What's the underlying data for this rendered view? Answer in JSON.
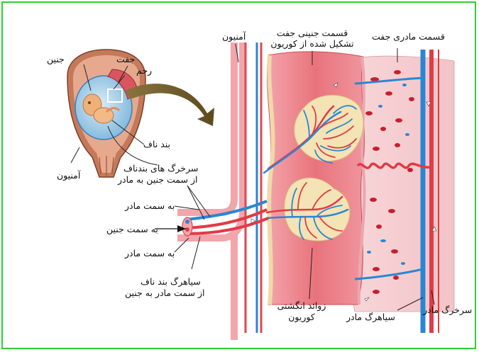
{
  "colors": {
    "border": "#33cc33",
    "artery": "#e23a46",
    "vein": "#2a86d4",
    "tissue_pink": "#f6c3c8",
    "tissue_red": "#e85c66",
    "villus_cream": "#f4e3b4",
    "uterus_brown": "#a25a3c",
    "arrow_olive": "#6d5a2b"
  },
  "labels": {
    "fetus": "جنین",
    "placenta": "جفت",
    "uterus": "رحم",
    "umbilical_cord": "بند ناف",
    "amnion_left": "آمنیون",
    "amnion_top": "آمنیون",
    "fetal_part_line1": "قسمت جنینی جفت",
    "fetal_part_line2": "تشکیل شده از کوریون",
    "maternal_part": "قسمت مادری جفت",
    "umbilical_arteries_line1": "سرخرگ های بندناف",
    "umbilical_arteries_line2": "از سمت جنین به مادر",
    "to_mother_1": "به سمت مادر",
    "to_fetus": "به سمت جنین",
    "to_mother_2": "به سمت مادر",
    "umbilical_vein_line1": "سیاهرگ بند ناف",
    "umbilical_vein_line2": "از سمت مادر به جنین",
    "chorionic_villi_line1": "زوائد انگشتی",
    "chorionic_villi_line2": "کوریون",
    "maternal_vein": "سیاهرگ مادر",
    "maternal_artery": "سرخرگ مادر"
  }
}
